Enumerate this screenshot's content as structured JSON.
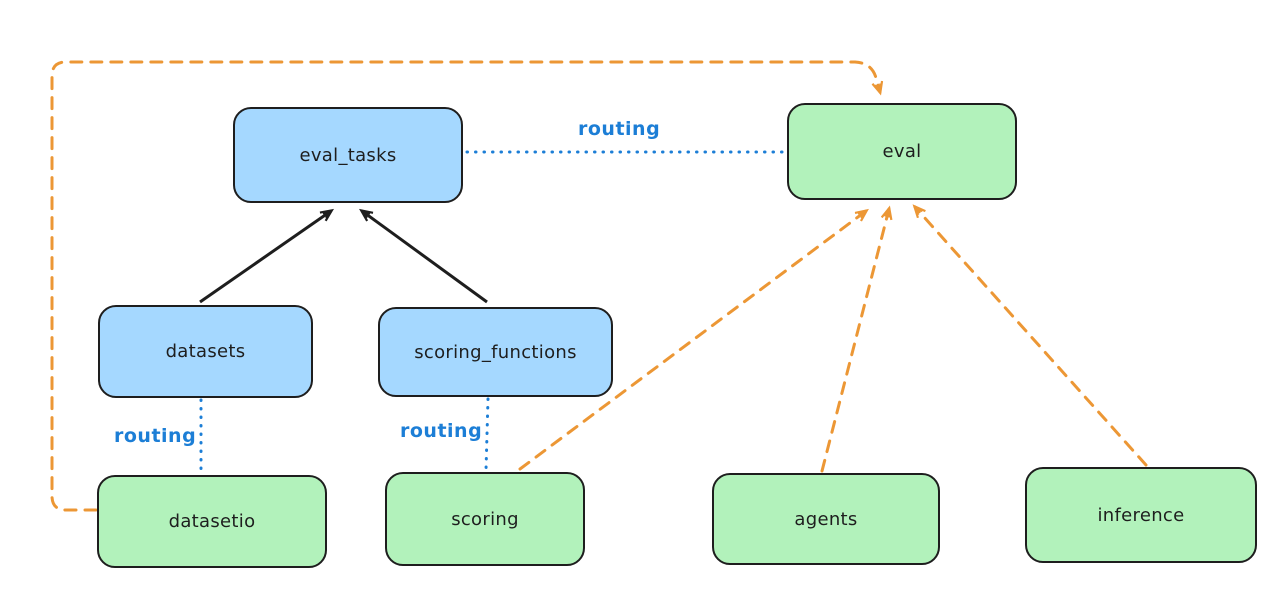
{
  "diagram": {
    "nodes": [
      {
        "id": "eval_tasks",
        "label": "eval_tasks",
        "color": "blue"
      },
      {
        "id": "eval",
        "label": "eval",
        "color": "green"
      },
      {
        "id": "datasets",
        "label": "datasets",
        "color": "blue"
      },
      {
        "id": "scoring_functions",
        "label": "scoring_functions",
        "color": "blue"
      },
      {
        "id": "datasetio",
        "label": "datasetio",
        "color": "green"
      },
      {
        "id": "scoring",
        "label": "scoring",
        "color": "green"
      },
      {
        "id": "agents",
        "label": "agents",
        "color": "green"
      },
      {
        "id": "inference",
        "label": "inference",
        "color": "green"
      }
    ],
    "edge_labels": [
      {
        "id": "routing-eval_tasks-eval",
        "text": "routing"
      },
      {
        "id": "routing-datasets-datasetio",
        "text": "routing"
      },
      {
        "id": "routing-scoring_functions-scoring",
        "text": "routing"
      }
    ],
    "edges": [
      {
        "from": "datasets",
        "to": "eval_tasks",
        "style": "solid-black-arrow"
      },
      {
        "from": "scoring_functions",
        "to": "eval_tasks",
        "style": "solid-black-arrow"
      },
      {
        "from": "eval_tasks",
        "to": "eval",
        "style": "dotted-blue",
        "label": "routing"
      },
      {
        "from": "datasets",
        "to": "datasetio",
        "style": "dotted-blue",
        "label": "routing"
      },
      {
        "from": "scoring_functions",
        "to": "scoring",
        "style": "dotted-blue",
        "label": "routing"
      },
      {
        "from": "datasetio",
        "to": "eval",
        "style": "dashed-orange-arrow"
      },
      {
        "from": "scoring",
        "to": "eval",
        "style": "dashed-orange-arrow"
      },
      {
        "from": "agents",
        "to": "eval",
        "style": "dashed-orange-arrow"
      },
      {
        "from": "inference",
        "to": "eval",
        "style": "dashed-orange-arrow"
      }
    ],
    "colors": {
      "node_blue_fill": "#a5d8ff",
      "node_green_fill": "#b2f2bb",
      "stroke_dark": "#1e1e1e",
      "routing_blue": "#1c7ed6",
      "dependency_orange": "#ec9735"
    }
  }
}
